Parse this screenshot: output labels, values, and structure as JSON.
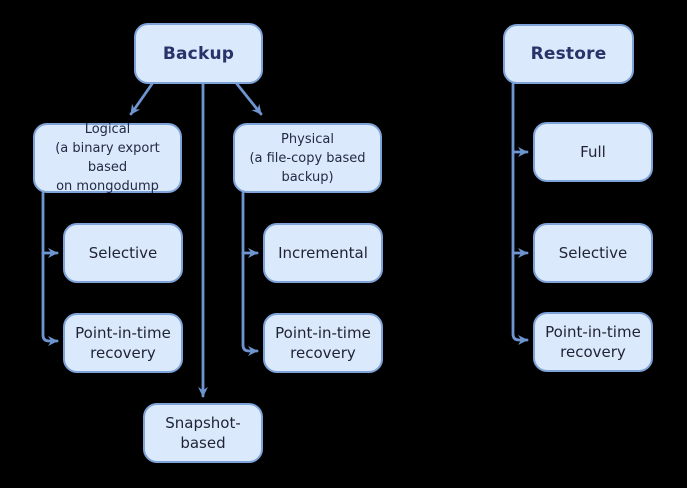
{
  "colors": {
    "background": "#000000",
    "node_fill": "#dbe9fc",
    "node_border": "#7ea3d9",
    "connector": "#6e95d0",
    "title_text": "#293269",
    "body_text": "#1f2335"
  },
  "diagram": {
    "backup": {
      "label": "Backup"
    },
    "restore": {
      "label": "Restore"
    },
    "logical": {
      "title": "Logical",
      "description": "(a binary export based\non mongodump"
    },
    "physical": {
      "title": "Physical",
      "description": "(a file-copy based\nbackup)"
    },
    "selective_logical": {
      "label": "Selective"
    },
    "pit_logical": {
      "label": "Point-in-time\nrecovery"
    },
    "incremental": {
      "label": "Incremental"
    },
    "pit_physical": {
      "label": "Point-in-time\nrecovery"
    },
    "snapshot": {
      "label": "Snapshot-\nbased"
    },
    "full": {
      "label": "Full"
    },
    "selective_restore": {
      "label": "Selective"
    },
    "pit_restore": {
      "label": "Point-in-time\nrecovery"
    }
  }
}
